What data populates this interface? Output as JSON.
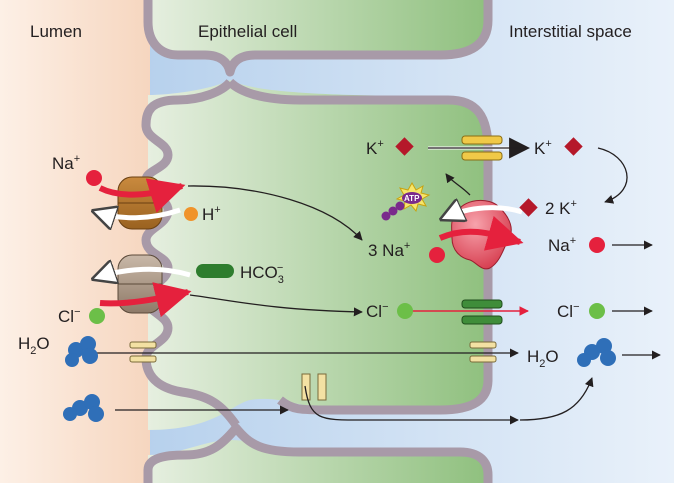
{
  "headers": {
    "lumen": "Lumen",
    "cell": "Epithelial cell",
    "interstitial": "Interstitial space"
  },
  "labels": {
    "na_lumen": "Na",
    "na_lumen_sup": "+",
    "h_plus": "H",
    "h_plus_sup": "+",
    "hco3": "HCO",
    "hco3_sub": "3",
    "hco3_sup": "−",
    "cl_lumen": "Cl",
    "cl_lumen_sup": "−",
    "h2o_lumen_a": "H",
    "h2o_lumen_sub": "2",
    "h2o_lumen_b": "O",
    "k_cell": "K",
    "k_cell_sup": "+",
    "k_inter": "K",
    "k_inter_sup": "+",
    "two_k": "2 K",
    "two_k_sup": "+",
    "atp": "ATP",
    "three_na": "3 Na",
    "three_na_sup": "+",
    "na_inter": "Na",
    "na_inter_sup": "+",
    "cl_cell": "Cl",
    "cl_cell_sup": "−",
    "cl_inter": "Cl",
    "cl_inter_sup": "−",
    "h2o_inter_a": "H",
    "h2o_inter_sub": "2",
    "h2o_inter_b": "O"
  },
  "colors": {
    "lumen_bg": "#fbe3d3",
    "cell_bg": "#cfe3c6",
    "interstitial_bg": "#c9dcf1",
    "membrane": "#a89aa8",
    "sodium": "#e5213d",
    "potassium": "#b5182a",
    "proton": "#f0932a",
    "chloride": "#6cbf48",
    "bicarbonate": "#2e7d2e",
    "water": "#2f6fb8",
    "pump": "#e0505f"
  }
}
